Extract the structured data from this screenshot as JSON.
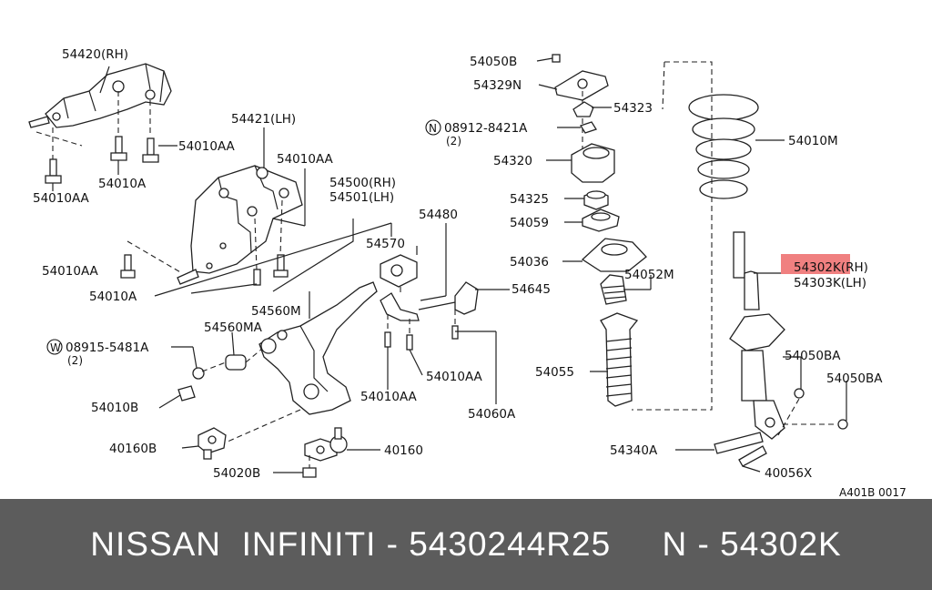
{
  "labels": {
    "l54420": "54420(RH)",
    "l54010AA_a": "54010AA",
    "l54010A_a": "54010A",
    "l54010AA_b": "54010AA",
    "l54421": "54421(LH)",
    "l54010AA_c": "54010AA",
    "l54500": "54500(RH)",
    "l54501": "54501(LH)",
    "l54480": "54480",
    "l54570": "54570",
    "l54010AA_d": "54010AA",
    "l54010A_b": "54010A",
    "l54560M": "54560M",
    "l54560MA": "54560MA",
    "l08915": "08915-5481A",
    "l08915_qty": "(2)",
    "l08915_mark": "W",
    "l54010B": "54010B",
    "l40160B": "40160B",
    "l54020B": "54020B",
    "l40160": "40160",
    "l54010AA_e": "54010AA",
    "l54010AA_f": "54010AA",
    "l54060A": "54060A",
    "l54645": "54645",
    "l54050B": "54050B",
    "l54329N": "54329N",
    "l54323": "54323",
    "l08912": "08912-8421A",
    "l08912_qty": "(2)",
    "l08912_mark": "N",
    "l54320": "54320",
    "l54325": "54325",
    "l54059": "54059",
    "l54036": "54036",
    "l54052M": "54052M",
    "l54055": "54055",
    "l54010M": "54010M",
    "l54302K": "54302K(RH)",
    "l54303K": "54303K(LH)",
    "l54050BA_a": "54050BA",
    "l54050BA_b": "54050BA",
    "l54340A": "54340A",
    "l40056X": "40056X",
    "code": "A401B 0017"
  },
  "highlight_color": "#f08080",
  "footer": {
    "text": "NISSAN  INFINITI - 5430244R25     N - 54302K",
    "background": "#5c5c5c"
  }
}
